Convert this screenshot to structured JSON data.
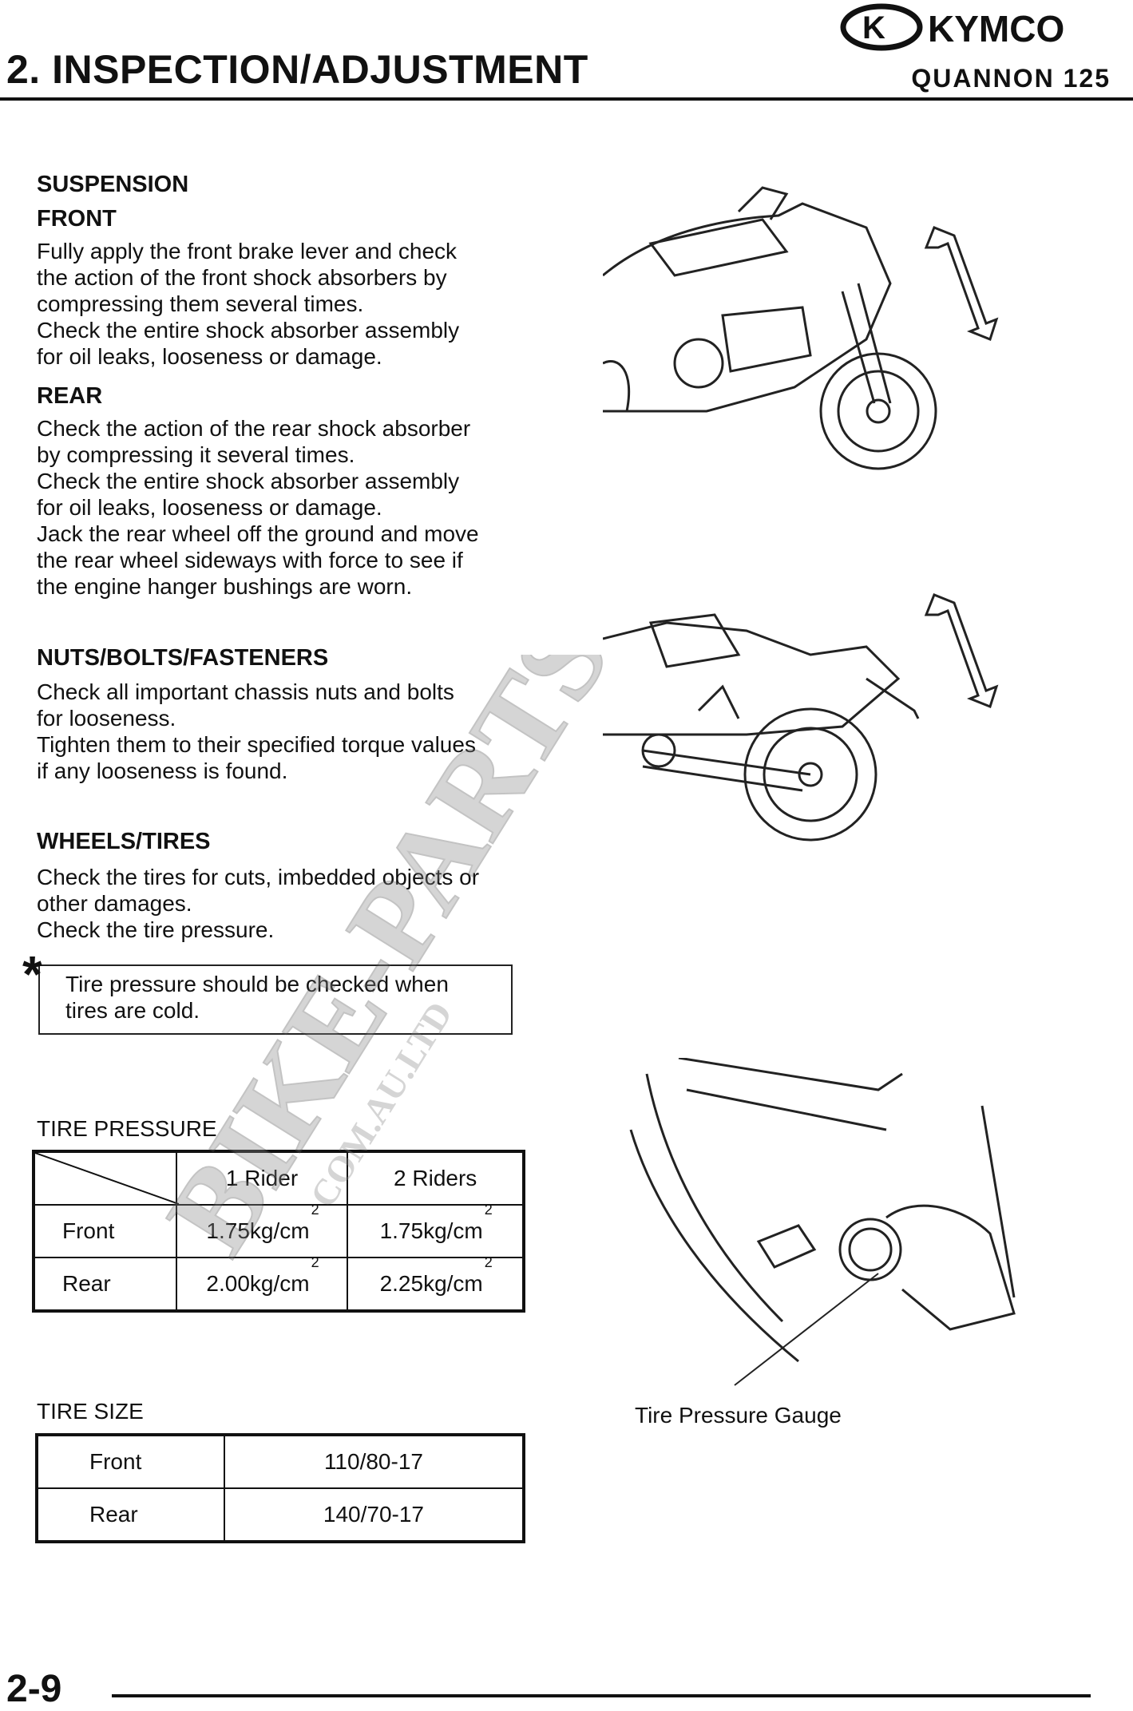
{
  "header": {
    "section_title": "2. INSPECTION/ADJUSTMENT",
    "brand": "KYMCO",
    "model": "QUANNON 125"
  },
  "suspension": {
    "heading": "SUSPENSION",
    "front_heading": "FRONT",
    "front_lines": [
      "Fully apply the front brake lever and check",
      "the action of the front shock absorbers by",
      "compressing them several times.",
      "Check the entire shock absorber assembly",
      "for oil leaks, looseness or damage."
    ],
    "rear_heading": "REAR",
    "rear_lines": [
      "Check the action of the rear shock absorber",
      "by compressing it several times.",
      "Check the entire shock absorber assembly",
      "for oil leaks, looseness or damage.",
      "Jack the rear wheel off the ground and move",
      "the rear wheel sideways with force to see if",
      "the engine hanger bushings are worn."
    ]
  },
  "nuts": {
    "heading": "NUTS/BOLTS/FASTENERS",
    "lines": [
      "Check all important chassis nuts and bolts",
      "for looseness.",
      "Tighten them to their specified torque values",
      "if any looseness is found."
    ]
  },
  "wheels": {
    "heading": "WHEELS/TIRES",
    "lines": [
      "Check the tires for cuts, imbedded objects or",
      "other damages.",
      "Check the tire pressure."
    ],
    "note_symbol": "*",
    "note_lines": [
      "Tire pressure should be checked when",
      "tires are cold."
    ]
  },
  "tire_pressure": {
    "title": "TIRE PRESSURE",
    "col1": "1 Rider",
    "col2": "2 Riders",
    "sup": "2",
    "rows": [
      {
        "label": "Front",
        "one": "1.75kg/cm",
        "two": "1.75kg/cm"
      },
      {
        "label": "Rear",
        "one": "2.00kg/cm",
        "two": "2.25kg/cm"
      }
    ]
  },
  "tire_size": {
    "title": "TIRE SIZE",
    "rows": [
      {
        "label": "Front",
        "value": "110/80-17"
      },
      {
        "label": "Rear",
        "value": "140/70-17"
      }
    ]
  },
  "gauge_caption": "Tire Pressure Gauge",
  "footer": {
    "page": "2-9"
  },
  "watermark": {
    "main": "BIKE-PARTS",
    "sub": "COM.AU.LTD"
  }
}
